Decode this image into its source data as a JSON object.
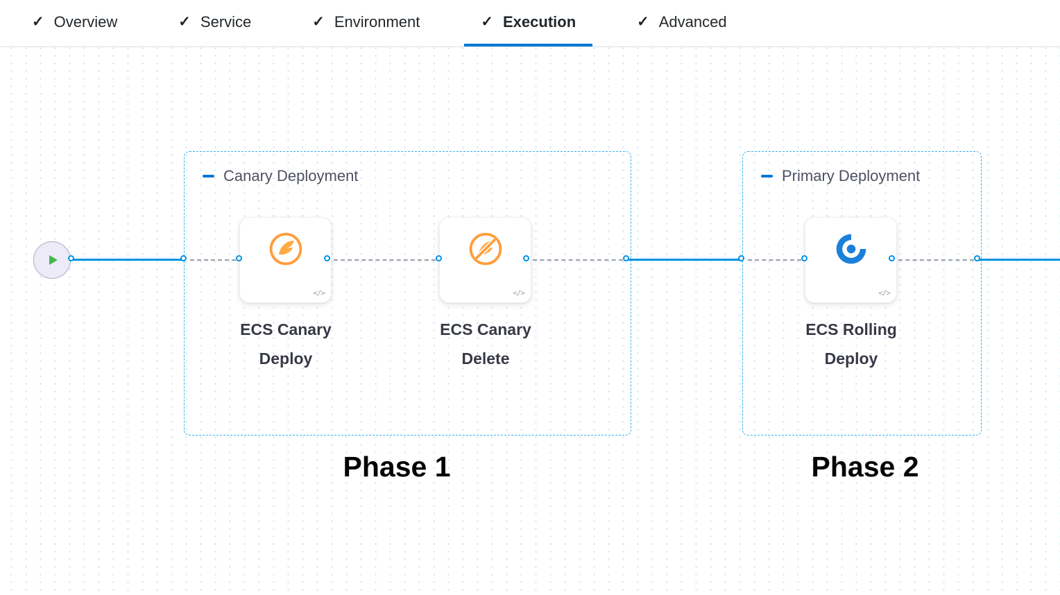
{
  "tabs": [
    {
      "label": "Overview",
      "active": false
    },
    {
      "label": "Service",
      "active": false
    },
    {
      "label": "Environment",
      "active": false
    },
    {
      "label": "Execution",
      "active": true
    },
    {
      "label": "Advanced",
      "active": false
    }
  ],
  "icons": {
    "check": "✓",
    "code_badge": "</>"
  },
  "pipeline": {
    "groups": [
      {
        "title": "Canary Deployment",
        "phase": "Phase 1",
        "steps": [
          {
            "name": "ECS Canary Deploy",
            "icon": "ecs-canary-deploy-icon"
          },
          {
            "name": "ECS Canary Delete",
            "icon": "ecs-canary-delete-icon"
          }
        ]
      },
      {
        "title": "Primary Deployment",
        "phase": "Phase 2",
        "steps": [
          {
            "name": "ECS Rolling Deploy",
            "icon": "ecs-rolling-deploy-icon"
          }
        ]
      }
    ]
  },
  "colors": {
    "accent_blue": "#0278d5",
    "connector_blue": "#0092e4",
    "group_border": "#2eb4ef",
    "canary_orange": "#ff9d3b",
    "play_green": "#42b84d"
  }
}
